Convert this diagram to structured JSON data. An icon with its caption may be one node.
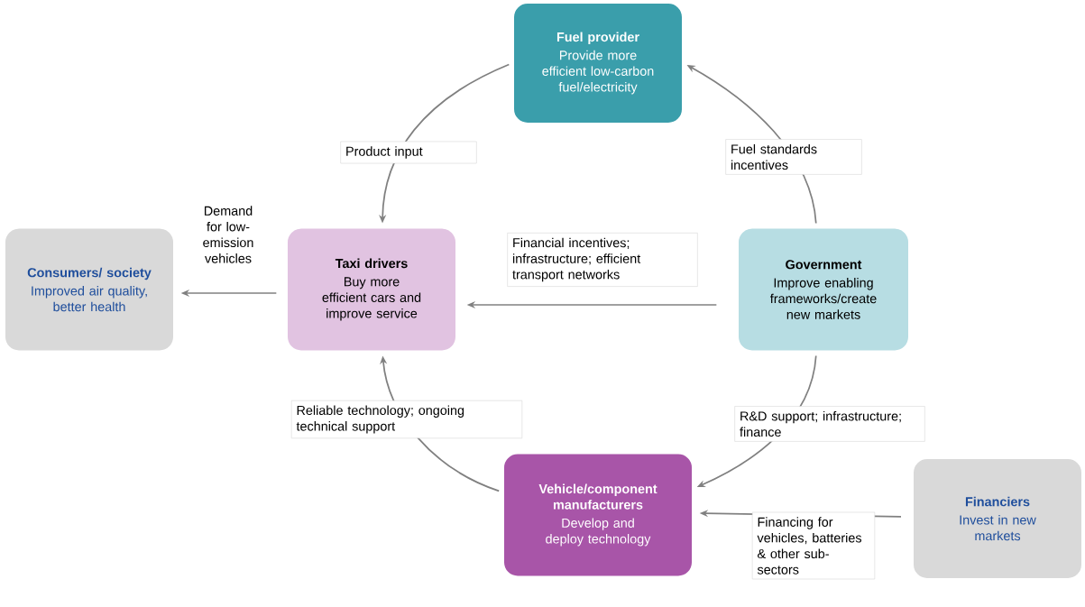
{
  "diagram": {
    "nodes": [
      {
        "text": [
          "Fuel provider",
          "Provide more efficient low-carbon fuel/electricity"
        ]
      },
      {
        "text": [
          "Consumers/ society",
          "Improved air quality, better health"
        ]
      },
      {
        "text": [
          "Taxi drivers",
          "Buy more efficient cars and improve service"
        ]
      },
      {
        "text": [
          "Government",
          "Improve enabling frameworks/create new markets"
        ]
      },
      {
        "text": [
          "Vehicle/component manufacturers",
          "Develop and deploy technology"
        ]
      },
      {
        "text": [
          "Financiers",
          "Invest in new markets"
        ]
      }
    ],
    "edges": [
      {
        "from": 0,
        "to": 2,
        "arrow": "to",
        "label": "Product input"
      },
      {
        "from": 3,
        "to": 0,
        "arrow": "to",
        "label": "Fuel standards incentives"
      },
      {
        "from": 2,
        "to": 1,
        "arrow": "to",
        "label": "Demand for low-emission vehicles"
      },
      {
        "from": 3,
        "to": 2,
        "arrow": "to",
        "label": "Financial incentives; infrastructure; efficient transport networks"
      },
      {
        "from": 4,
        "to": 2,
        "arrow": "to",
        "label": "Reliable technology; ongoing technical support"
      },
      {
        "from": 3,
        "to": 4,
        "arrow": "to",
        "label": "R&D support; infrastructure; finance"
      },
      {
        "from": 5,
        "to": 4,
        "arrow": "to",
        "label": "Financing for vehicles, batteries & other sub-sectors"
      }
    ]
  }
}
